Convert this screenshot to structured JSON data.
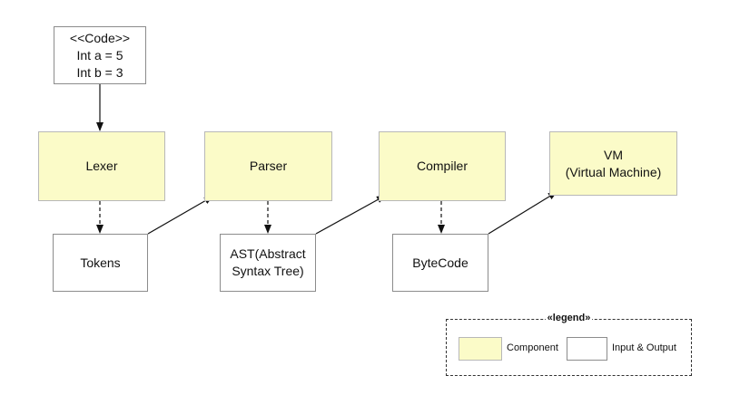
{
  "nodes": {
    "code": {
      "lines": [
        "<<Code>>",
        "Int a = 5",
        "Int b = 3"
      ]
    },
    "lexer": {
      "lines": [
        "Lexer"
      ]
    },
    "parser": {
      "lines": [
        "Parser"
      ]
    },
    "compiler": {
      "lines": [
        "Compiler"
      ]
    },
    "vm": {
      "lines": [
        "VM",
        "(Virtual Machine)"
      ]
    },
    "tokens": {
      "lines": [
        "Tokens"
      ]
    },
    "ast": {
      "lines": [
        "AST(Abstract",
        "Syntax Tree)"
      ]
    },
    "bytecode": {
      "lines": [
        "ByteCode"
      ]
    }
  },
  "edges": [
    {
      "from": "code",
      "to": "lexer",
      "style": "solid"
    },
    {
      "from": "lexer",
      "to": "tokens",
      "style": "dashed"
    },
    {
      "from": "tokens",
      "to": "parser",
      "style": "solid"
    },
    {
      "from": "parser",
      "to": "ast",
      "style": "dashed"
    },
    {
      "from": "ast",
      "to": "compiler",
      "style": "solid"
    },
    {
      "from": "compiler",
      "to": "bytecode",
      "style": "dashed"
    },
    {
      "from": "bytecode",
      "to": "vm",
      "style": "solid"
    }
  ],
  "legend": {
    "title": "«legend»",
    "component_label": "Component",
    "io_label": "Input & Output"
  },
  "colors": {
    "component_fill": "#fbfbc8",
    "io_fill": "#ffffff",
    "line": "#111111"
  }
}
